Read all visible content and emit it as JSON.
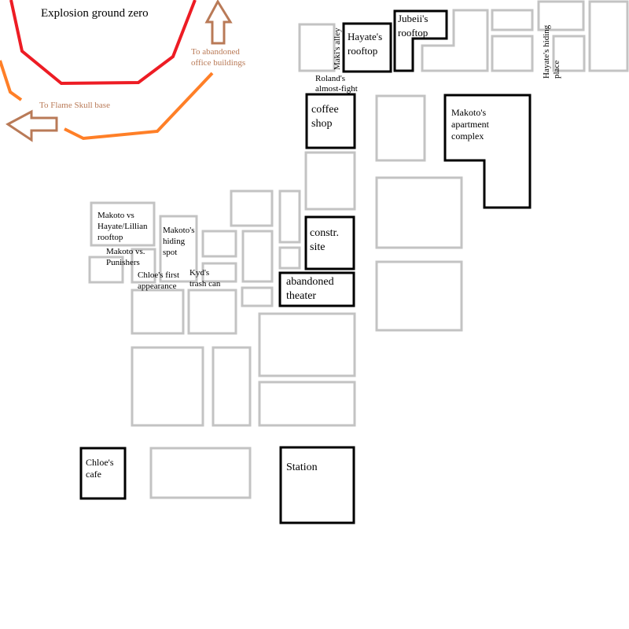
{
  "colors": {
    "building": "#c3c3c3",
    "location": "#000000",
    "explosion": "#ed1c24",
    "boundary": "#ff7f27",
    "arrow": "#b97a57"
  },
  "labels": {
    "explosion": "Explosion ground zero",
    "to_office": [
      "To abandoned",
      "office buildings"
    ],
    "to_flame": "To Flame Skull base",
    "maki_alley": "Maki's alley",
    "hayate_rooftop": [
      "Hayate's",
      "rooftop"
    ],
    "jubeii_rooftop": [
      "Jubeii's",
      "rooftop"
    ],
    "hayate_hiding": [
      "Hayate's hiding",
      "place"
    ],
    "roland": [
      "Roland's",
      "almost-fight"
    ],
    "coffee": [
      "coffee",
      "shop"
    ],
    "makoto_apt": [
      "Makoto's",
      "apartment",
      "complex"
    ],
    "vs_hayate": [
      "Makoto vs",
      "Hayate/Lillian",
      "rooftop"
    ],
    "hiding_spot": [
      "Makoto's",
      "hiding",
      "spot"
    ],
    "vs_punishers": [
      "Makoto vs.",
      "Punishers"
    ],
    "chloe_first": [
      "Chloe's first",
      "appearance"
    ],
    "kyd": [
      "Kyd's",
      "trash can"
    ],
    "constr": [
      "constr.",
      "site"
    ],
    "theater": [
      "abandoned",
      "theater"
    ],
    "chloe_cafe": [
      "Chloe's",
      "cafe"
    ],
    "station": "Station"
  }
}
